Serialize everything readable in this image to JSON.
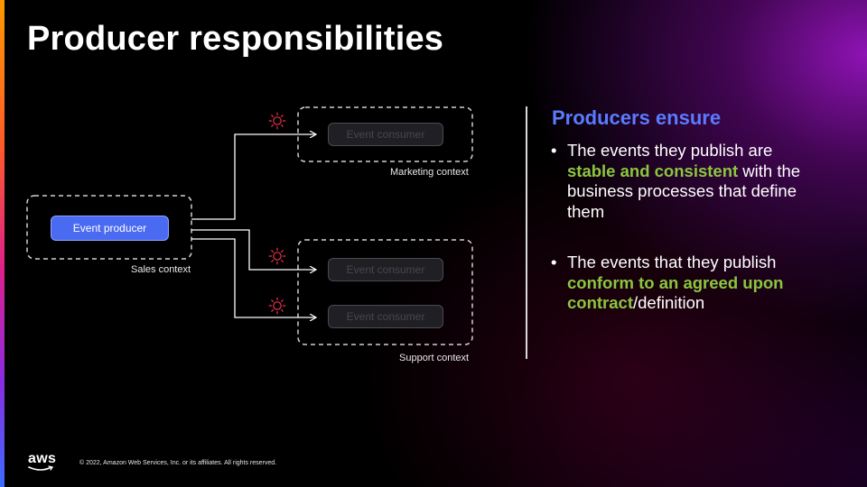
{
  "slide": {
    "title": "Producer responsibilities",
    "footer": "© 2022, Amazon Web Services, Inc. or its affiliates. All rights reserved.",
    "logo_text": "aws"
  },
  "diagram": {
    "producer_label": "Event producer",
    "sales_context": "Sales context",
    "marketing_context": "Marketing context",
    "support_context": "Support context",
    "consumer_label_1": "Event consumer",
    "consumer_label_2": "Event consumer",
    "consumer_label_3": "Event consumer",
    "event_icon": "event-burst-icon",
    "colors": {
      "producer": "#4a6af2",
      "event_icon": "#e8334a",
      "consumer_text": "#46464f"
    }
  },
  "right": {
    "heading": "Producers ensure",
    "b1_pre": "The events they publish are ",
    "b1_hl": "stable and consistent",
    "b1_post": " with the business processes that define them",
    "b2_pre": "The events that they publish ",
    "b2_hl": "conform to an agreed upon contract",
    "b2_post": "/definition",
    "colors": {
      "heading": "#5b7bff",
      "highlight": "#8cc63f"
    }
  }
}
